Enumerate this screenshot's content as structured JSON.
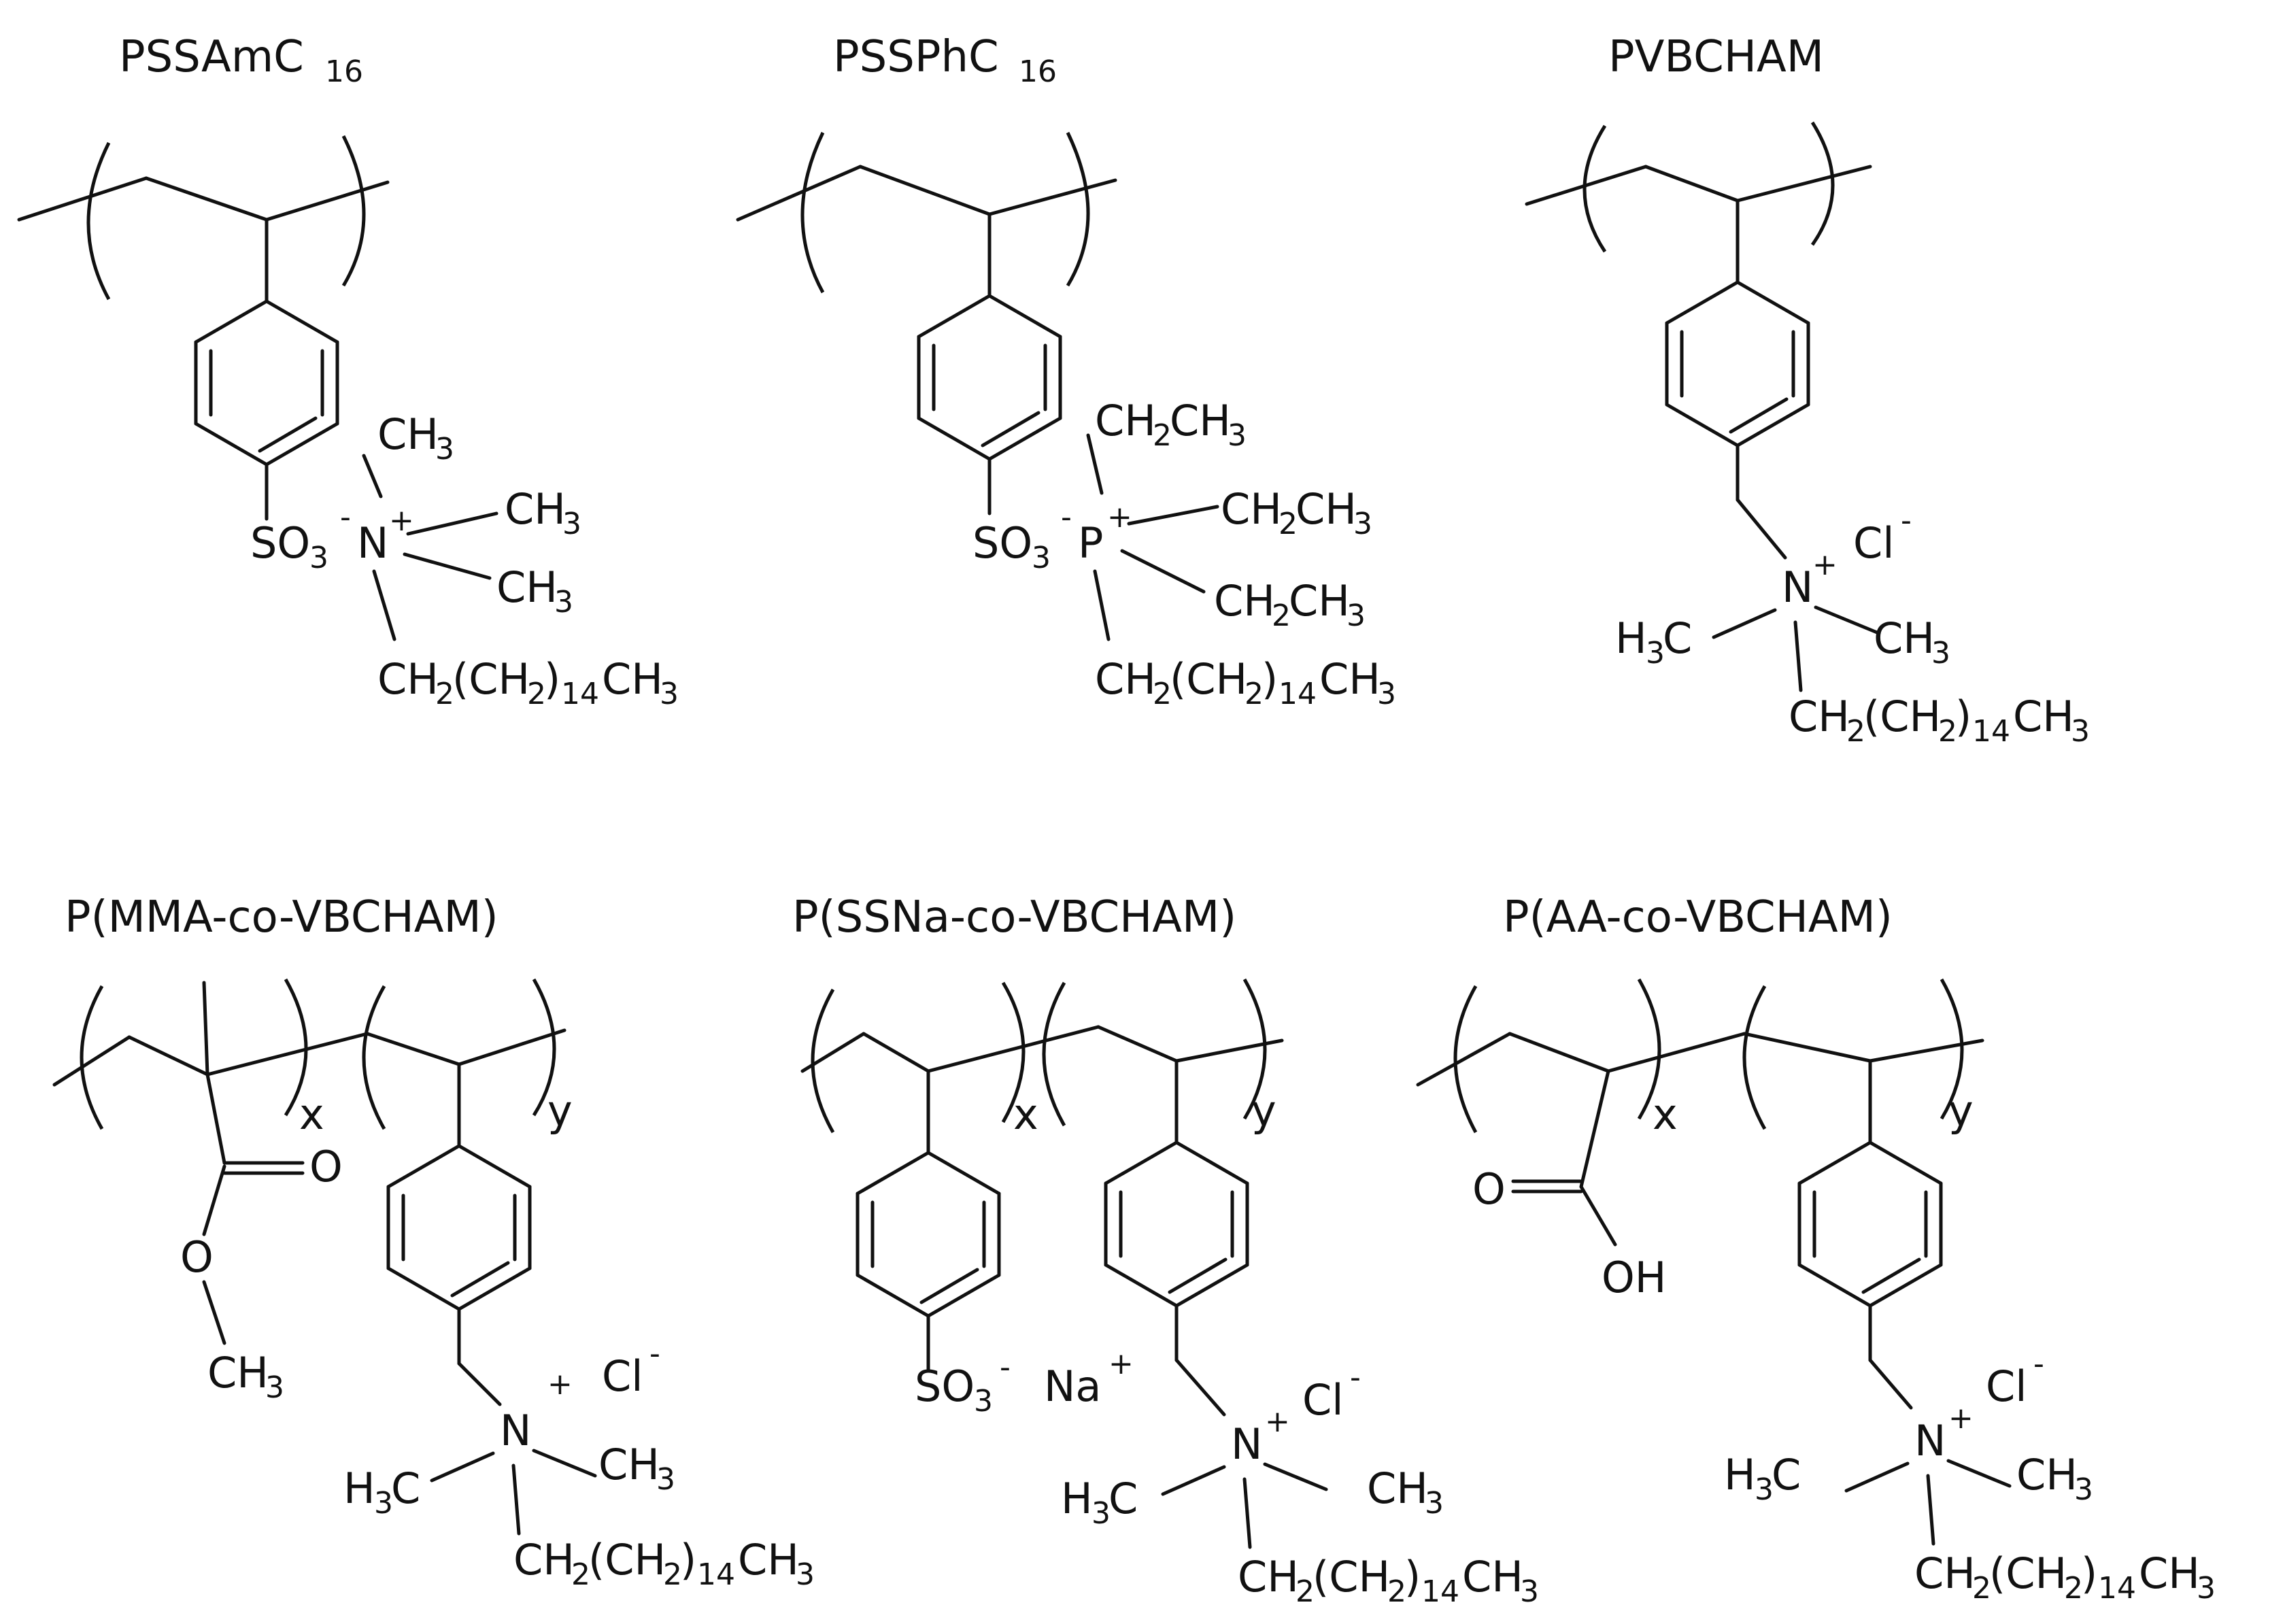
{
  "figure": {
    "titles": [
      "PSSAmC",
      "PSSPhC",
      "PVBCHAM",
      "P(MMA-co-VBCHAM)",
      "P(SSNa-co-VBCHAM)",
      "P(AA-co-VBCHAM)"
    ],
    "title_subscripts": {
      "pssamc": "16",
      "pssphc": "16"
    },
    "labels": {
      "ch3": "CH",
      "ch2": "CH",
      "h3c": "H",
      "c": "C",
      "sub2": "2",
      "sub3": "3",
      "sub14": "14",
      "ch2ch2": "(CH",
      "close": ")",
      "so3": "SO",
      "minus": "-",
      "plus": "+",
      "n": "N",
      "p": "P",
      "cl": "Cl",
      "na": "Na",
      "o": "O",
      "oh": "OH",
      "x": "x",
      "y": "y"
    }
  }
}
